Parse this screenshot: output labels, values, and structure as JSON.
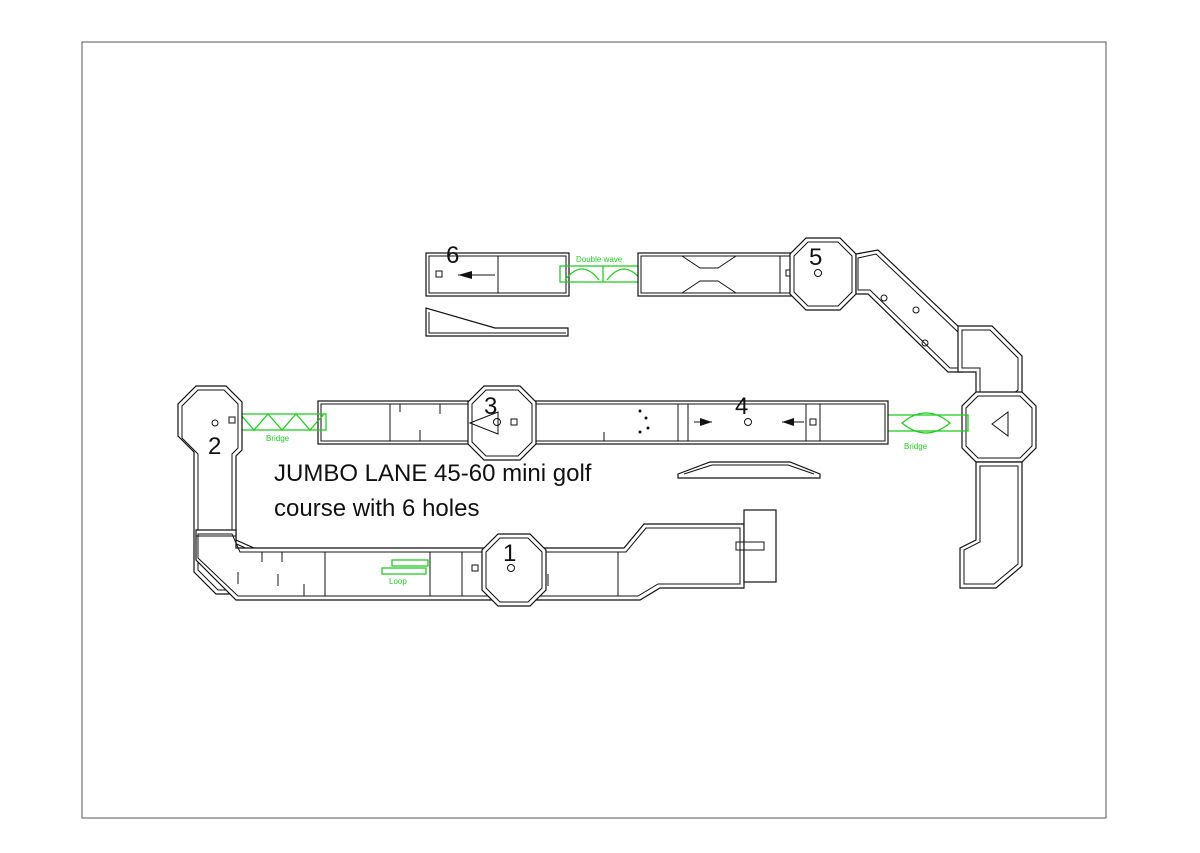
{
  "title": {
    "line1": "JUMBO LANE 45-60 mini golf",
    "line2": "course with 6 holes"
  },
  "holes": [
    "1",
    "2",
    "3",
    "4",
    "5",
    "6"
  ],
  "features": {
    "bridge_left": "Bridge",
    "bridge_right": "Bridge",
    "double_wave": "Double wave",
    "loop": "Loop"
  },
  "colors": {
    "outline": "#111111",
    "feature": "#22cc22",
    "background": "#ffffff"
  }
}
